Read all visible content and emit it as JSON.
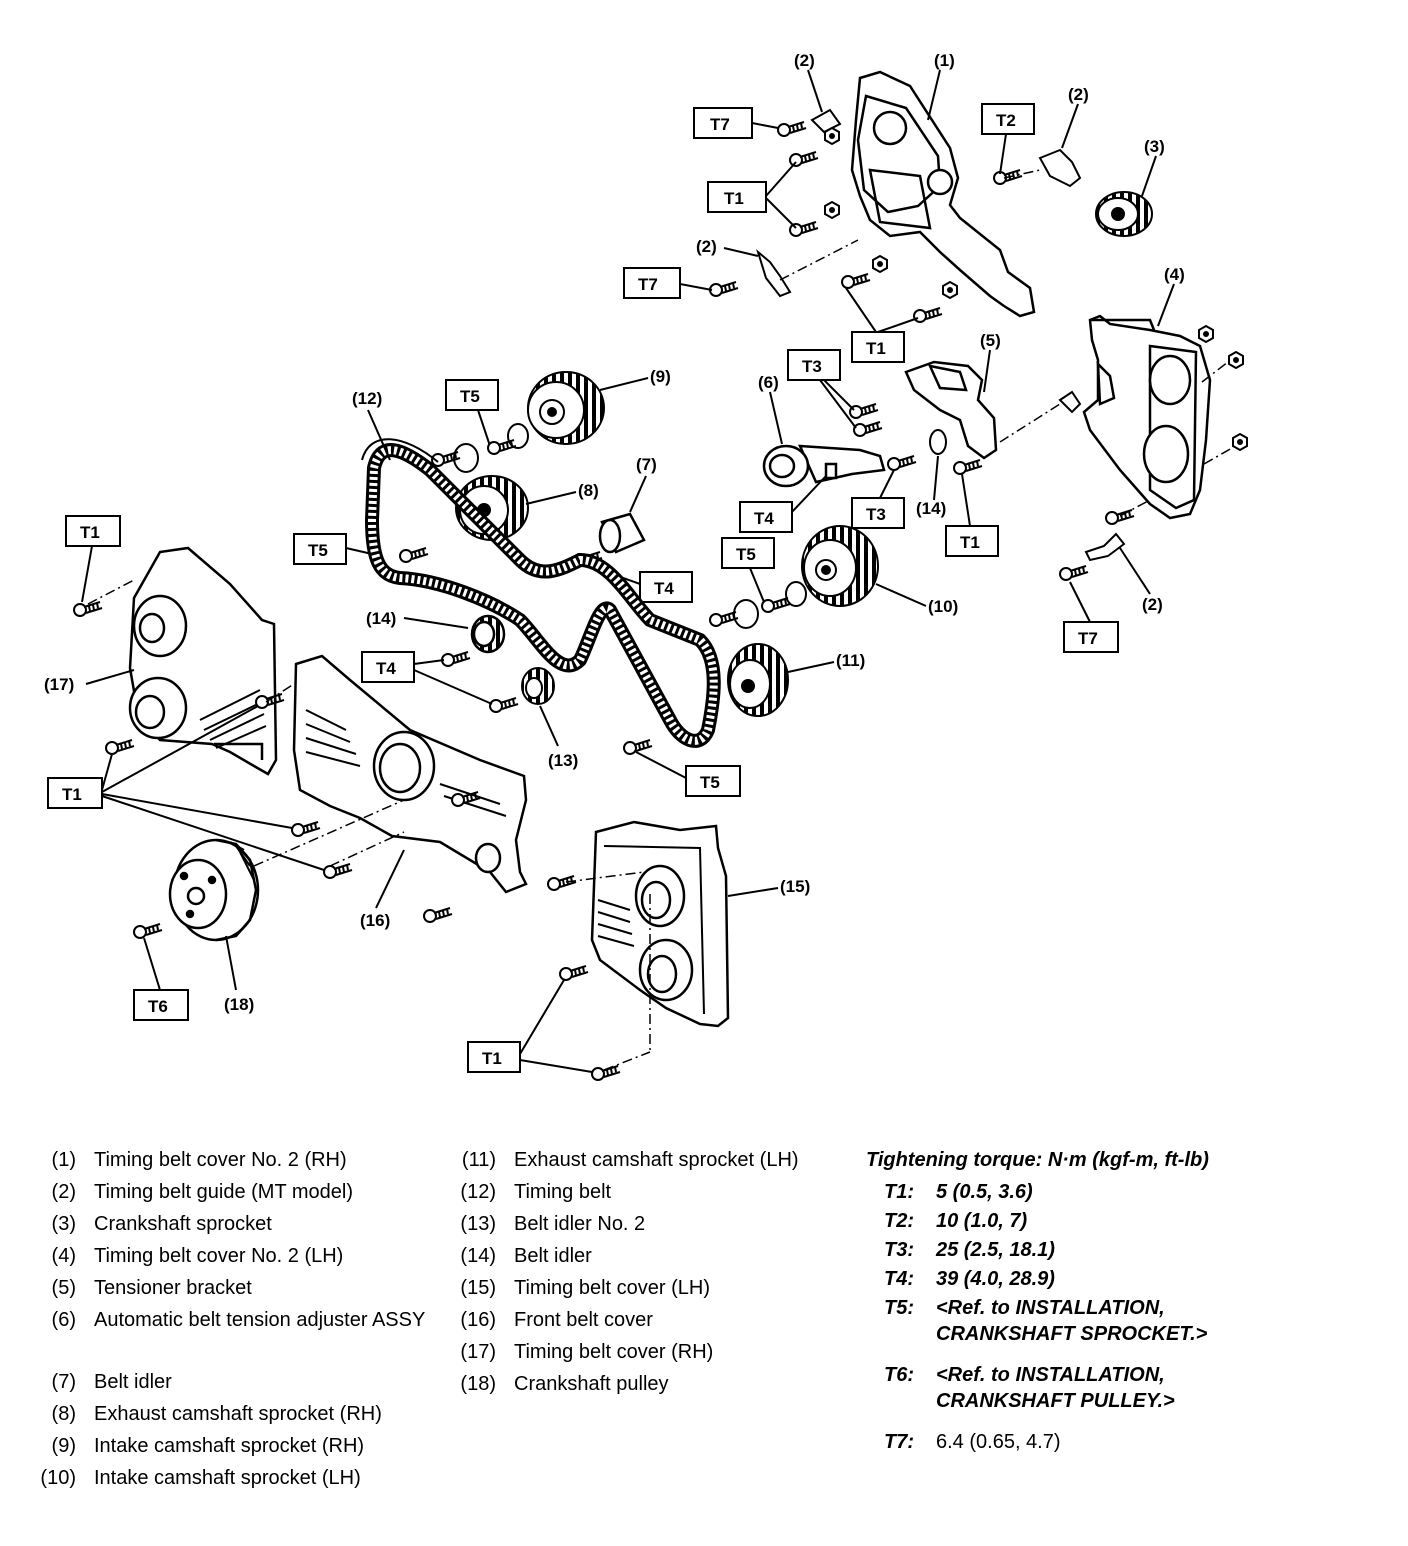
{
  "legend_left": [
    {
      "num": "(1)",
      "text": "Timing belt cover No. 2 (RH)"
    },
    {
      "num": "(2)",
      "text": "Timing belt guide (MT model)"
    },
    {
      "num": "(3)",
      "text": "Crankshaft sprocket"
    },
    {
      "num": "(4)",
      "text": "Timing belt cover No. 2 (LH)"
    },
    {
      "num": "(5)",
      "text": "Tensioner bracket"
    },
    {
      "num": "(6)",
      "text": "Automatic belt tension adjuster ASSY"
    },
    {
      "num": "(7)",
      "text": "Belt idler"
    },
    {
      "num": "(8)",
      "text": "Exhaust camshaft sprocket (RH)"
    },
    {
      "num": "(9)",
      "text": "Intake camshaft sprocket (RH)"
    },
    {
      "num": "(10)",
      "text": "Intake camshaft sprocket (LH)"
    }
  ],
  "legend_right": [
    {
      "num": "(11)",
      "text": "Exhaust camshaft sprocket (LH)"
    },
    {
      "num": "(12)",
      "text": "Timing belt"
    },
    {
      "num": "(13)",
      "text": "Belt idler No. 2"
    },
    {
      "num": "(14)",
      "text": "Belt idler"
    },
    {
      "num": "(15)",
      "text": "Timing belt cover (LH)"
    },
    {
      "num": "(16)",
      "text": "Front belt cover"
    },
    {
      "num": "(17)",
      "text": "Timing belt cover (RH)"
    },
    {
      "num": "(18)",
      "text": "Crankshaft pulley"
    }
  ],
  "torque": {
    "title": "Tightening torque: N·m (kgf-m, ft-lb)",
    "items": [
      {
        "key": "T1:",
        "value": "5 (0.5, 3.6)"
      },
      {
        "key": "T2:",
        "value": "10 (1.0, 7)"
      },
      {
        "key": "T3:",
        "value": "25 (2.5, 18.1)"
      },
      {
        "key": "T4:",
        "value": "39 (4.0, 28.9)"
      },
      {
        "key": "T5:",
        "value": "<Ref. to INSTALLATION, CRANKSHAFT SPROCKET.>"
      },
      {
        "key": "T6:",
        "value": "<Ref. to INSTALLATION, CRANKSHAFT PULLEY.>"
      },
      {
        "key": "T7:",
        "value": "6.4 (0.65, 4.7)"
      }
    ]
  },
  "callouts": {
    "c1": "(1)",
    "c2": "(2)",
    "c3": "(3)",
    "c4": "(4)",
    "c5": "(5)",
    "c6": "(6)",
    "c7": "(7)",
    "c8": "(8)",
    "c9": "(9)",
    "c10": "(10)",
    "c11": "(11)",
    "c12": "(12)",
    "c13": "(13)",
    "c14": "(14)",
    "c15": "(15)",
    "c16": "(16)",
    "c17": "(17)",
    "c18": "(18)"
  },
  "torque_tags": {
    "t1": "T1",
    "t2": "T2",
    "t3": "T3",
    "t4": "T4",
    "t5": "T5",
    "t6": "T6",
    "t7": "T7"
  }
}
